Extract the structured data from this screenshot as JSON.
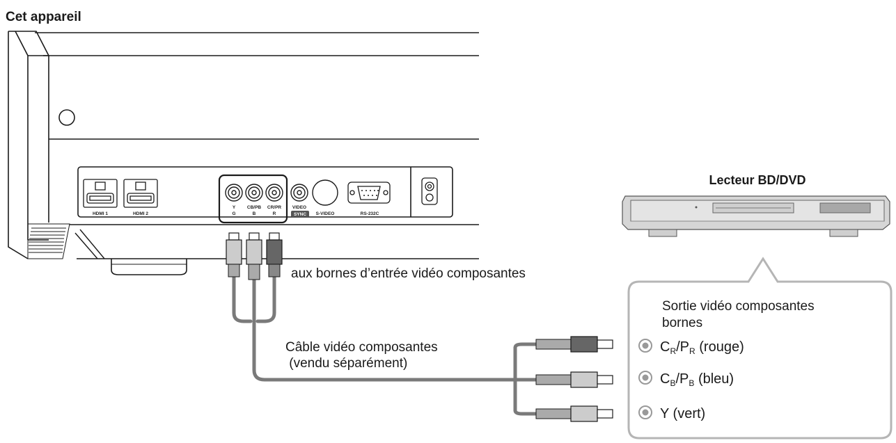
{
  "title_device": "Cet appareil",
  "player_title": "Lecteur BD/DVD",
  "projector": {
    "port_labels": {
      "hdmi1": "HDMI 1",
      "hdmi2": "HDMI 2",
      "y_top": "Y",
      "y_bot": "G",
      "cb_top": "CB/PB",
      "cb_bot": "B",
      "cr_top": "CR/PR",
      "cr_bot": "R",
      "video_top": "VIDEO",
      "video_bot": "SYNC",
      "svideo": "S-VIDEO",
      "rs232c": "RS-232C"
    }
  },
  "labels": {
    "input_terminals": "aux bornes d’entrée vidéo composantes",
    "cable_line1": "Câble vidéo composantes",
    "cable_line2": " (vendu séparément)"
  },
  "callout": {
    "title_line1": "Sortie vidéo composantes",
    "title_line2": "bornes",
    "jacks": [
      {
        "main": "C",
        "sub1": "R",
        "mid": "/P",
        "sub2": "R",
        "tail": " (rouge)"
      },
      {
        "main": "C",
        "sub1": "B",
        "mid": "/P",
        "sub2": "B",
        "tail": " (bleu)"
      },
      {
        "main": "Y",
        "sub1": "",
        "mid": "",
        "sub2": "",
        "tail": " (vert)"
      }
    ]
  },
  "colors": {
    "cable": "#7a7a7a",
    "callout_border": "#b5b5b5",
    "player_body": "#d9d9d9",
    "player_dark": "#8c8c8c",
    "line": "#1a1a1a"
  }
}
